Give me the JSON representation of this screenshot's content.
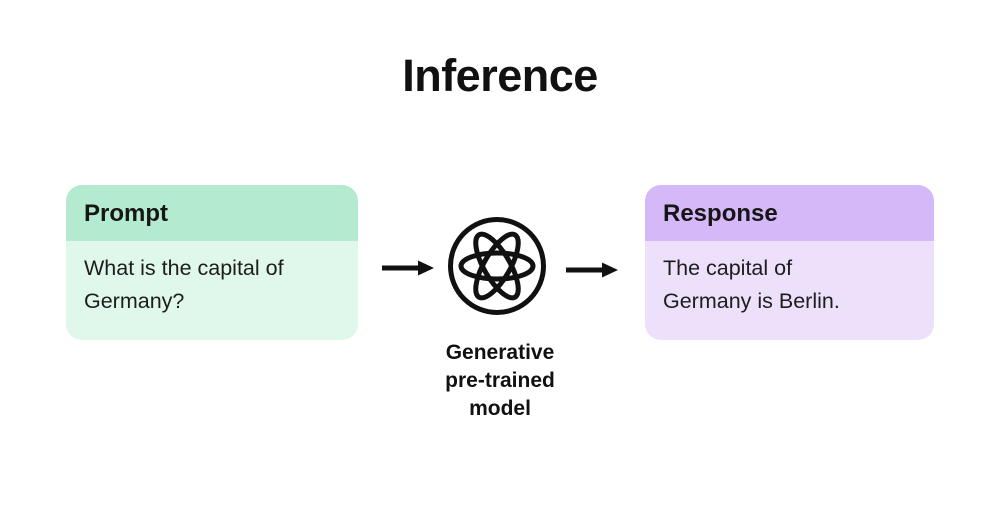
{
  "title": "Inference",
  "prompt_card": {
    "header": "Prompt",
    "body_lines": [
      "What is the capital of",
      "Germany?"
    ],
    "header_color": "#B4EBD0",
    "body_color": "#E0F7EB"
  },
  "response_card": {
    "header": "Response",
    "body_lines": [
      "The capital of",
      "Germany is Berlin."
    ],
    "header_color": "#D5B8F8",
    "body_color": "#ECE0FA"
  },
  "model": {
    "label_lines": [
      "Generative",
      "pre-trained",
      "model"
    ],
    "icon": "atom-icon"
  },
  "colors": {
    "text": "#111111",
    "background": "#FFFFFF",
    "line_art": "#111111"
  }
}
